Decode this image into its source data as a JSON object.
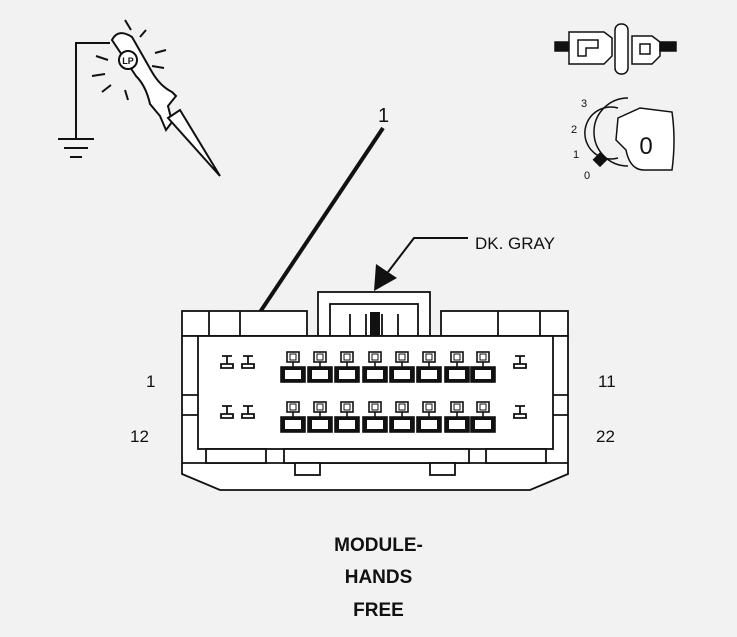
{
  "callout": {
    "pin_number": "1",
    "wire_color": "DK. GRAY"
  },
  "pin_labels": {
    "top_left": "1",
    "top_right": "11",
    "bottom_left": "12",
    "bottom_right": "22"
  },
  "ignition": {
    "positions": [
      "3",
      "2",
      "1",
      "0"
    ],
    "key_label": "0"
  },
  "icons": {
    "probe": "test-probe-icon",
    "ground": "ground-symbol-icon",
    "connector": "connector-disconnected-icon",
    "key": "ignition-key-icon"
  },
  "title": {
    "line1": "MODULE-",
    "line2": "HANDS",
    "line3": "FREE"
  },
  "colors": {
    "ink": "#111111",
    "background": "#f2f2f2",
    "pin_fill": "#ffffff"
  }
}
